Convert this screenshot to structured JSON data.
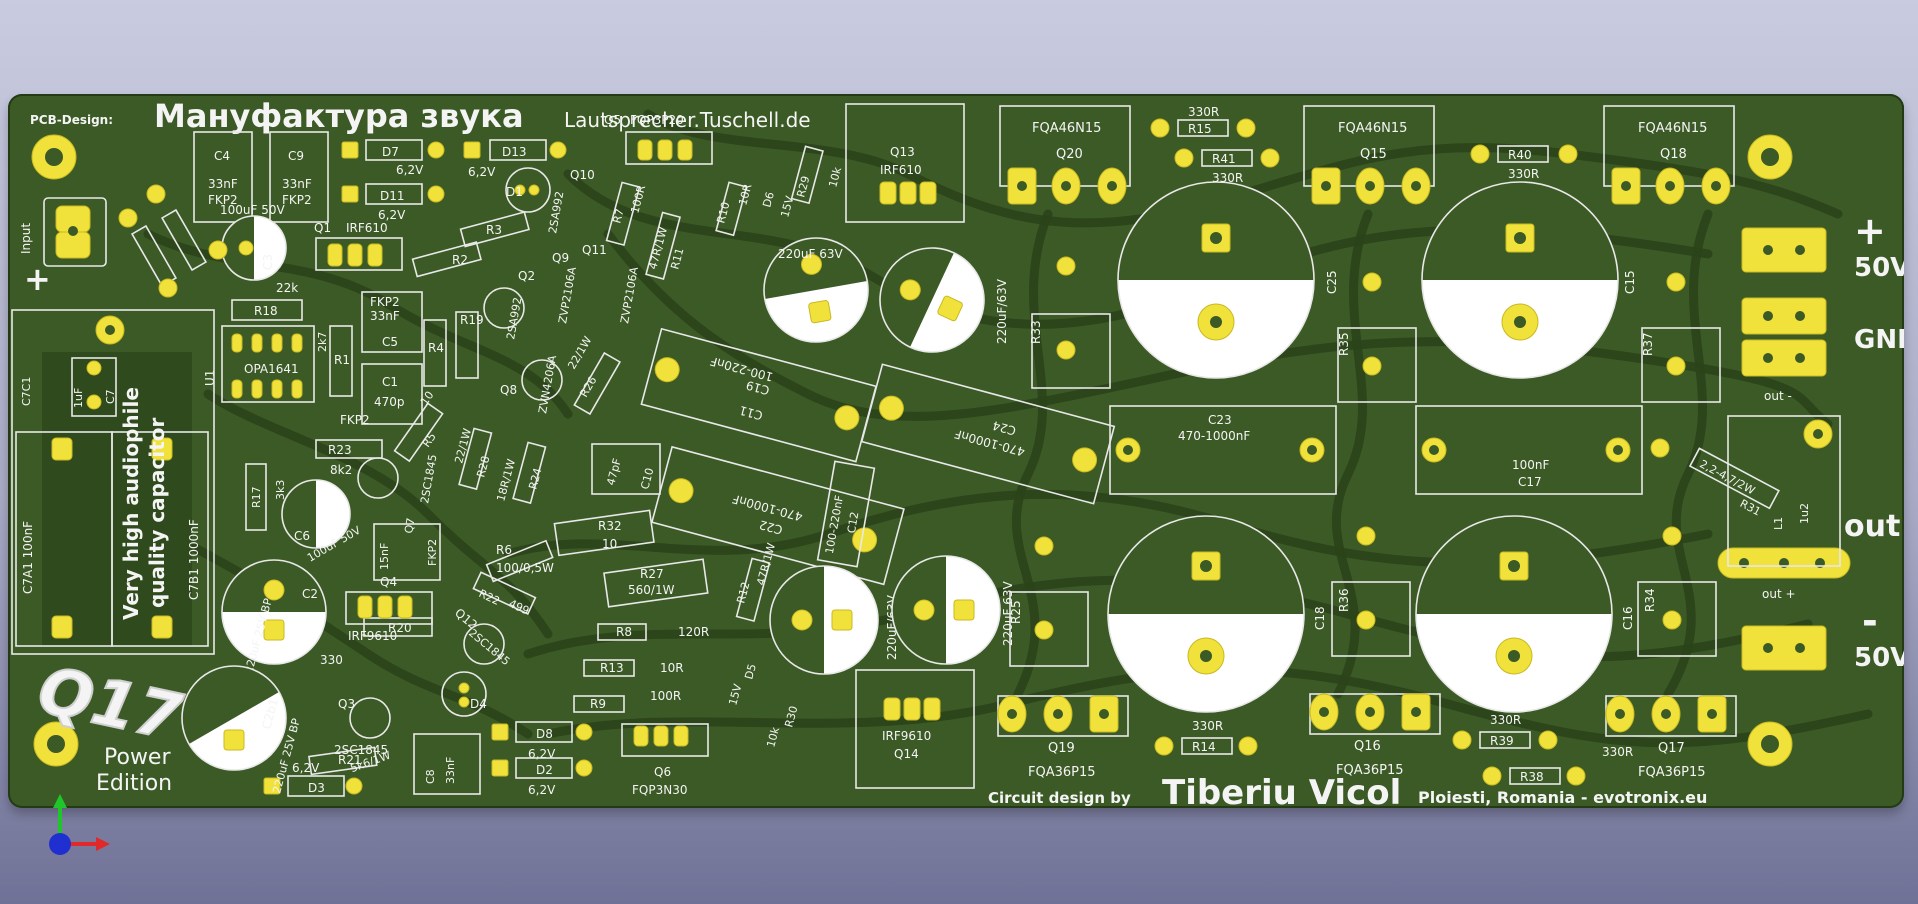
{
  "board": {
    "pcb_design_label": "PCB-Design:",
    "title_ru": "Мануфактура звука",
    "url_top": "Lautsprecher.Tuschell.de",
    "circuit_design_label": "Circuit design by",
    "designer": "Tiberiu Vicol",
    "location": "Ploiesti, Romania - evotronix.eu",
    "logo_text": "Q17",
    "edition_line1": "Power",
    "edition_line2": "Edition",
    "input_label": "Input",
    "note_line1": "Very high audiophile",
    "note_line2": "quality capacitor"
  },
  "terminals": {
    "plus_sign": "+",
    "plus_v": "50V",
    "gnd": "GND",
    "out_minus": "out -",
    "out": "out",
    "out_plus": "out +",
    "minus_sign": "-",
    "minus_v": "50V"
  },
  "labels": {
    "fqa46_a": "FQA46N15",
    "q20": "Q20",
    "fqa46_b": "FQA46N15",
    "q15": "Q15",
    "fqa46_c": "FQA46N15",
    "q18": "Q18",
    "r15": "R15",
    "r15v": "330R",
    "r41": "R41",
    "r41v": "330R",
    "r40": "R40",
    "r40v": "330R",
    "c25": "C25",
    "c15": "C15",
    "r33": "R33",
    "r35": "R35",
    "r37": "R37",
    "c23": "C23",
    "c23v": "470-1000nF",
    "c17v": "100nF",
    "c17": "C17",
    "r31": "R31",
    "r31v": "2,2-4,7/2W",
    "l1": "L1",
    "l1v": "1u2",
    "c18": "C18",
    "r36": "R36",
    "c16": "C16",
    "r34": "R34",
    "r25": "R25",
    "q19": "Q19",
    "fqa36_a": "FQA36P15",
    "r14": "R14",
    "r14v": "330R",
    "q16": "Q16",
    "fqa36_b": "FQA36P15",
    "r39": "R39",
    "r39v": "330R",
    "r38": "R38",
    "r38v": "330R",
    "q17": "Q17",
    "fqa36_c": "FQA36P15",
    "q13": "Q13",
    "irf610_b": "IRF610",
    "c24": "C24",
    "c24v": "470-1000nF",
    "c19": "C19",
    "c19v": "100-220nF",
    "c11": "C11",
    "c22": "C22",
    "c22v": "470-1000nF",
    "c12": "C12",
    "c12v": "100-220nF",
    "cap220_a": "220uF 63V",
    "cap220_b": "220uF/63V",
    "cap220_c": "220uF/63V",
    "cap220_d": "220uF 63V",
    "q14": "Q14",
    "irf9610_b": "IRF9610",
    "q6": "Q6",
    "fqp3n30": "FQP3N30",
    "q5": "Q5",
    "fqp3p20": "FQP3P20",
    "d7": "D7",
    "d7v": "6,2V",
    "d13": "D13",
    "d13v": "6,2V",
    "d11": "D11",
    "d11v": "6,2V",
    "d1": "D1",
    "q10": "Q10",
    "q11": "Q11",
    "q9": "Q9",
    "q2": "Q2",
    "q8": "Q8",
    "zvp_a": "ZVP2106A",
    "zvp_b": "ZVP2106A",
    "zvn": "ZVN4206A",
    "sa992_a": "2SA992",
    "sa992_b": "2SA992",
    "r7": "R7",
    "r7v": "100R",
    "r11": "R11",
    "r11v": "47R/1W",
    "r10": "R10",
    "r10v": "10R",
    "d6": "D6",
    "d6v": "15V",
    "r29": "R29",
    "r29v": "10k",
    "r26": "R26",
    "r26v": "22/1W",
    "c10": "C10",
    "c10v": "47pF",
    "r32": "R32",
    "r32v": "10",
    "r27": "R27",
    "r27v": "560/1W",
    "r8": "R8",
    "r8v": "120R",
    "r13": "R13",
    "r13v": "10R",
    "r9": "R9",
    "r9v": "100R",
    "r12": "R12",
    "r12v": "47R/1W",
    "d5": "D5",
    "d5v": "15V",
    "r30": "R30",
    "r30v": "10k",
    "d8": "D8",
    "d8v": "6,2V",
    "d2": "D2",
    "d2v": "6,2V",
    "c8": "C8",
    "c8v": "33nF",
    "q12": "Q12",
    "sc1845_a": "2SC1845",
    "d4": "D4",
    "c4": "C4",
    "c4v": "33nF",
    "c4t": "FKP2",
    "c9": "C9",
    "c9v": "33nF",
    "c9t": "FKP2",
    "c3": "C3",
    "c3v": "100uF 50V",
    "r18": "R18",
    "r18v": "22k",
    "u1": "U1",
    "opa": "OPA1641",
    "q1": "Q1",
    "irf610_a": "IRF610",
    "r2": "R2",
    "r3": "R3",
    "r19": "R19",
    "r4": "R4",
    "c5": "C5",
    "c5v": "33nF",
    "c5t": "FKP2",
    "c1": "C1",
    "c1v": "470p",
    "c1t": "FKP2",
    "r1": "R1",
    "r1v": "2k7",
    "c7c1": "C7C1",
    "c7": "C7",
    "c7v": "1uF",
    "c7a1": "C7A1 100nF",
    "c7b1": "C7B1 1000nF",
    "r23": "R23",
    "r23v": "8k2",
    "r17": "R17",
    "r17v": "3k3",
    "c6": "C6",
    "c6v": "100uF 50V",
    "r5": "R5",
    "r5v": "10",
    "r28": "R28",
    "r28v": "22/1W",
    "r24": "R24",
    "r24v": "18R/1W",
    "r6": "R6",
    "r6v": "100/0,5W",
    "r22": "R22",
    "r22v": "499",
    "q4": "Q4",
    "irf9610_a": "IRF9610",
    "c2": "C2",
    "c2v": "220uF 25V BP",
    "c2b1": "C2b1",
    "c2b1v": "220uF 25V BP",
    "r20": "R20",
    "r20v": "330",
    "q3": "Q3",
    "sc1845_b": "2SC1845",
    "r21": "R21",
    "r21v": "5k6/1W",
    "d3": "D3",
    "d3v": "6,2V",
    "q7": "Q7",
    "sc1845_c": "2SC1845",
    "c15nf": "15nF",
    "fkp2_q": "FKP2"
  }
}
